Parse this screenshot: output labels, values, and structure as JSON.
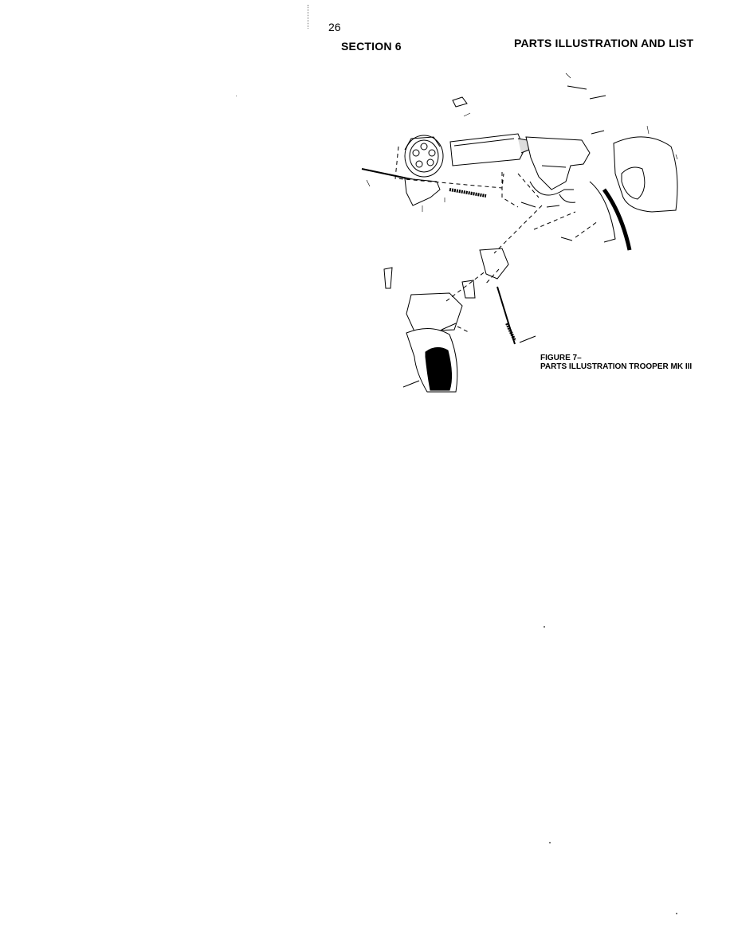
{
  "page": {
    "number": "26",
    "section": "SECTION 6",
    "heading": "PARTS ILLUSTRATION AND LIST"
  },
  "figure": {
    "caption_line1": "FIGURE 7–",
    "caption_line2": "PARTS ILLUSTRATION TROOPER MK III"
  },
  "colors": {
    "ink": "#000000",
    "paper": "#ffffff"
  }
}
